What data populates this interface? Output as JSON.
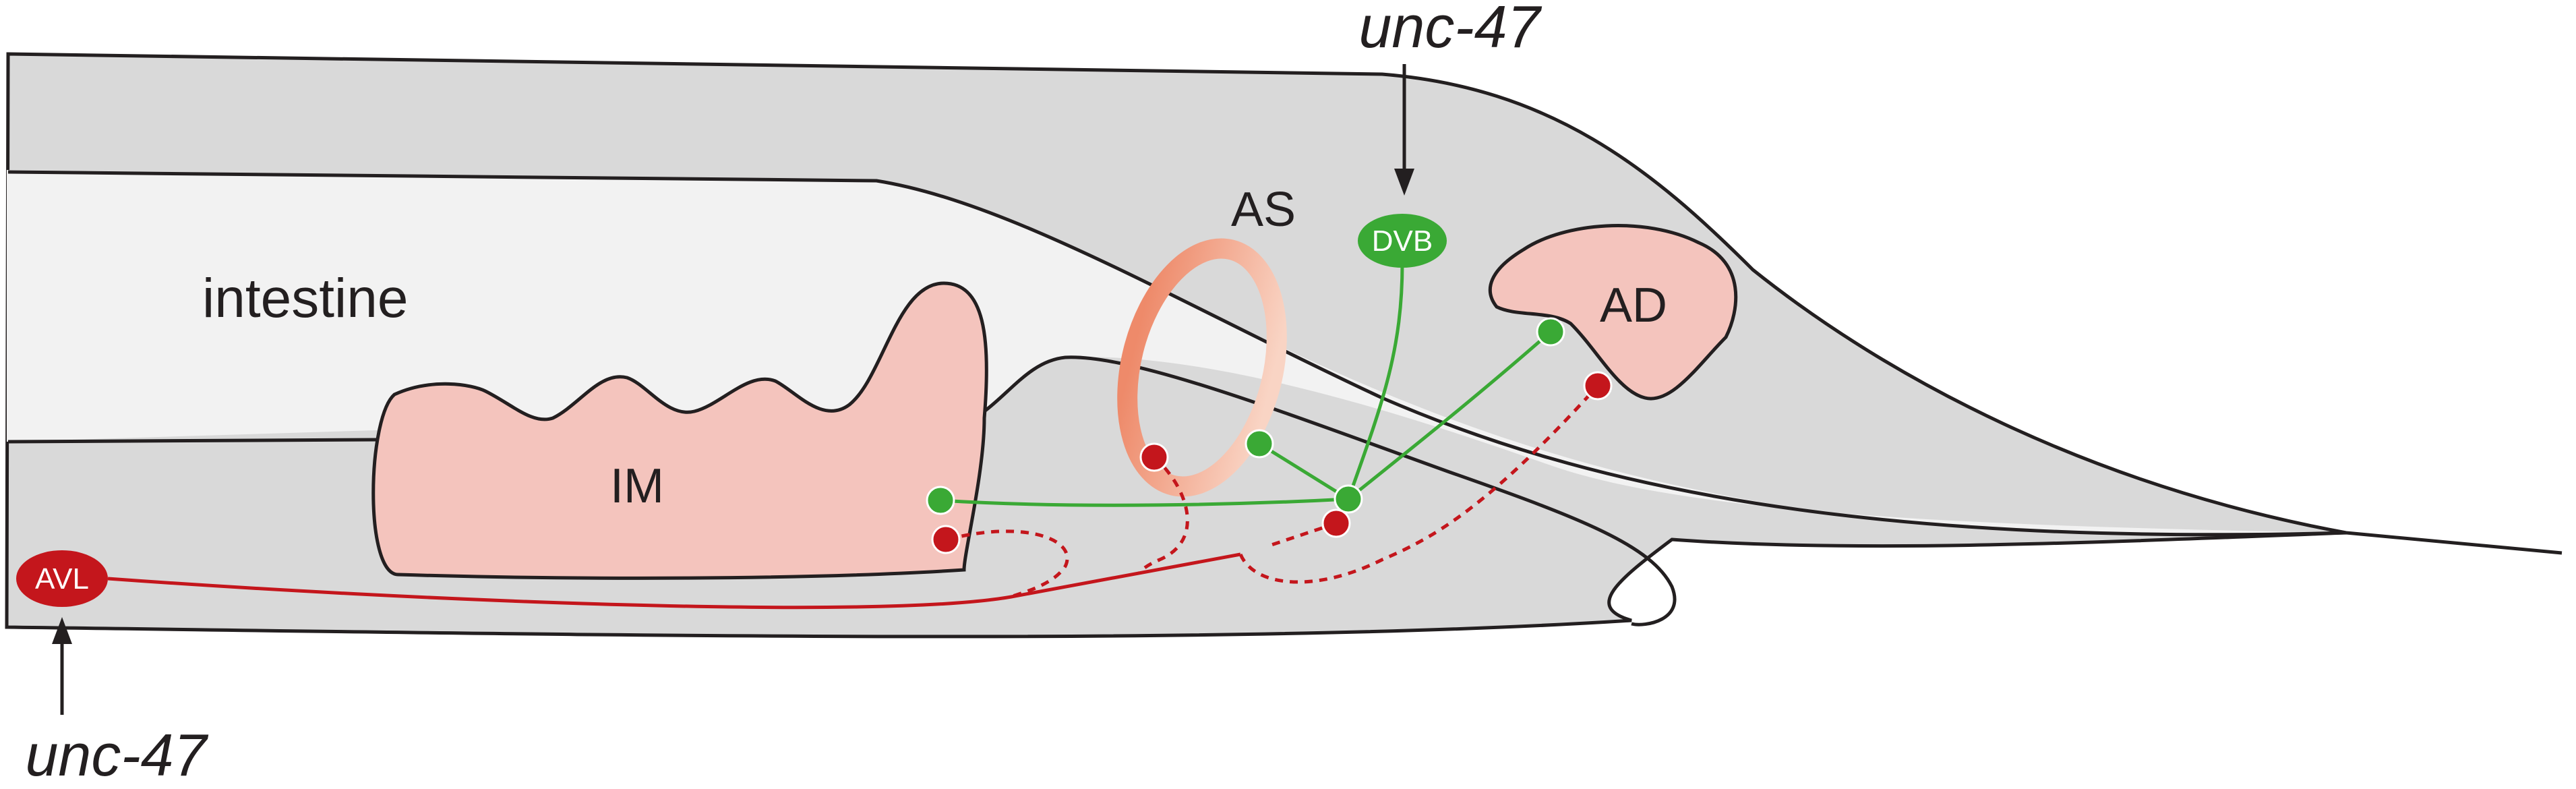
{
  "labels": {
    "intestine": "intestine",
    "im": "IM",
    "as": "AS",
    "ad": "AD",
    "dvb": "DVB",
    "avl": "AVL",
    "gene_top": "unc-47",
    "gene_bottom": "unc-47"
  },
  "colors": {
    "body_fill": "#d9d9d9",
    "intestine_fill": "#f2f2f2",
    "muscle_fill": "#f4c4bd",
    "ring_dark": "#ee8a6a",
    "ring_light": "#f9d4c4",
    "green_neuron": "#3aa935",
    "red_neuron": "#c4161c",
    "outline": "#231f20"
  }
}
